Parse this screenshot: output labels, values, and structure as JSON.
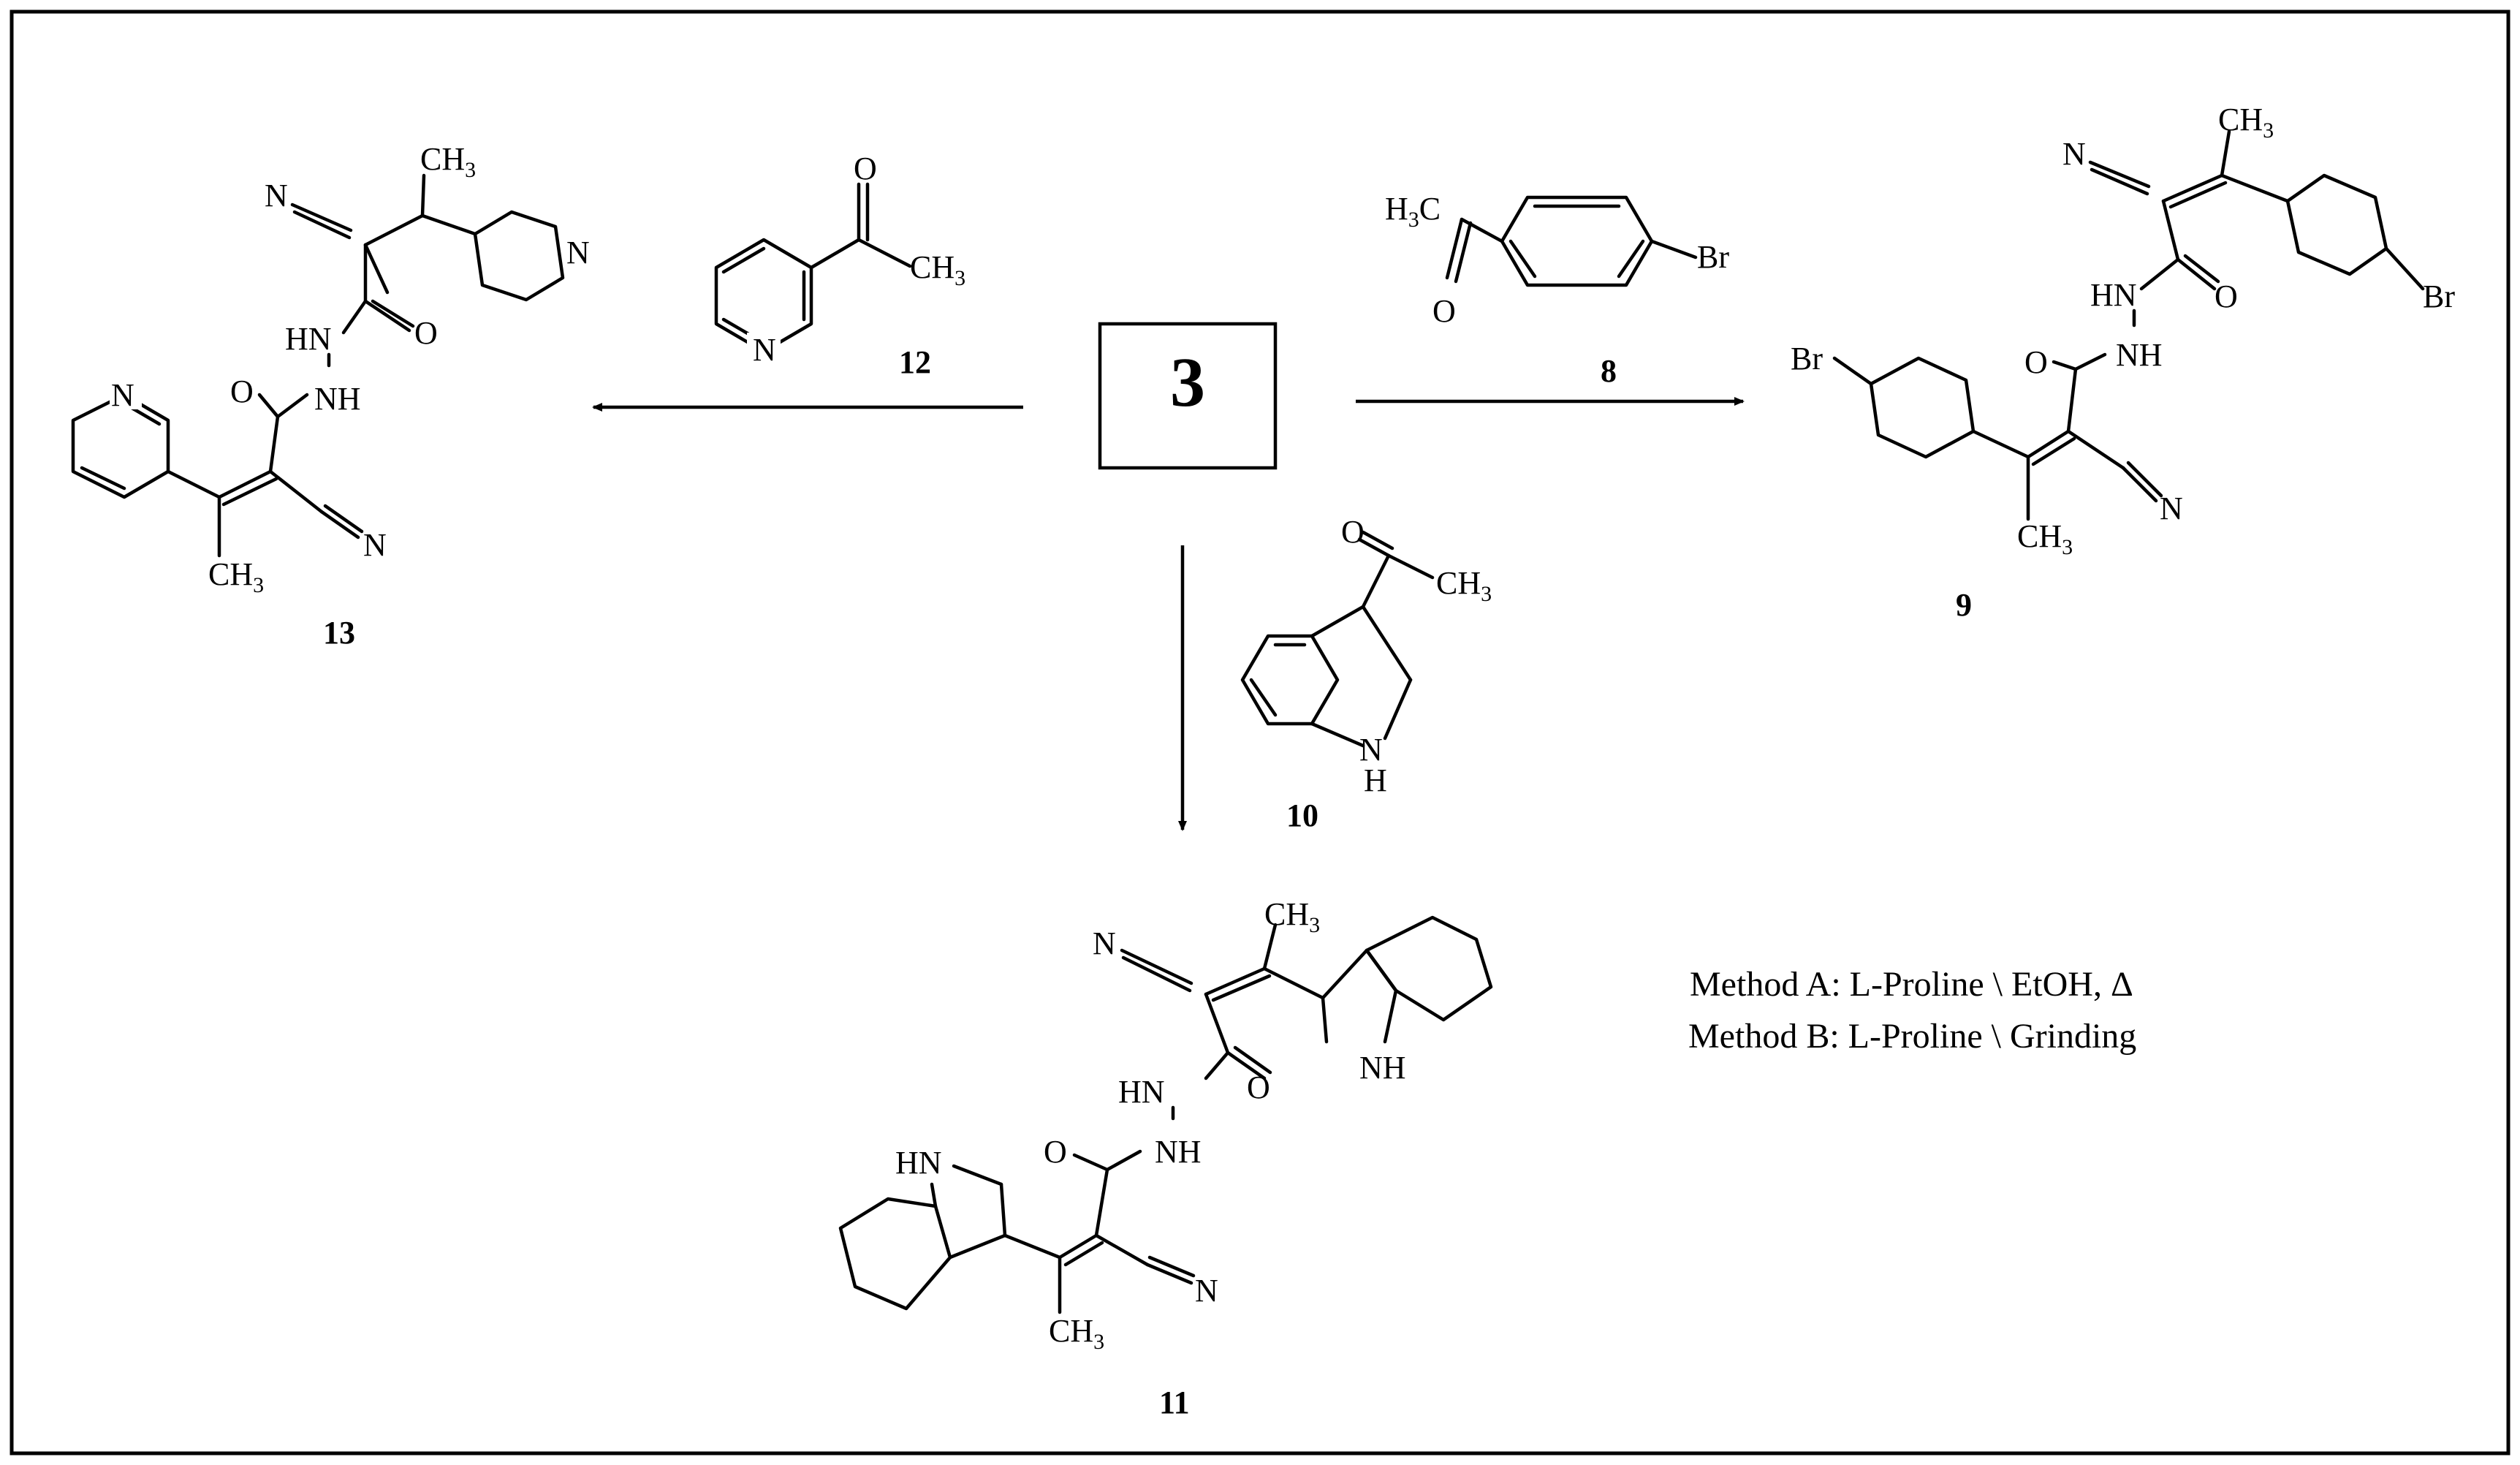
{
  "starting_material": {
    "label": "3"
  },
  "reagents": [
    {
      "id": "reagent-8",
      "label": "8"
    },
    {
      "id": "reagent-10",
      "label": "10"
    },
    {
      "id": "reagent-12",
      "label": "12"
    }
  ],
  "products": [
    {
      "id": "product-9",
      "label": "9"
    },
    {
      "id": "product-11",
      "label": "11"
    },
    {
      "id": "product-13",
      "label": "13"
    }
  ],
  "conditions": {
    "method_a": "Method A: L-Proline \\ EtOH, Δ",
    "method_b": "Method B: L-Proline \\ Grinding"
  },
  "atoms": {
    "N": "N",
    "O": "O",
    "Br": "Br",
    "C": "C",
    "H": "H",
    "HN": "HN",
    "NH": "NH",
    "CH3_sub": "3"
  }
}
